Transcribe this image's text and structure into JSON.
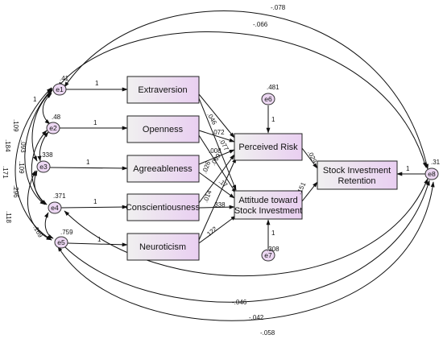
{
  "colors": {
    "box_fill_left": "#f0f0f0",
    "box_fill_right": "#e9cff1",
    "error_fill": "#ecd7f2",
    "line": "#111111"
  },
  "nodes": {
    "extraversion": {
      "label": "Extraversion"
    },
    "openness": {
      "label": "Openness"
    },
    "agreeableness": {
      "label": "Agreeableness"
    },
    "conscientiousness": {
      "label": "Conscientiousness"
    },
    "neuroticism": {
      "label": "Neuroticism"
    },
    "perceived_risk": {
      "label": "Perceived Risk"
    },
    "attitude": {
      "line1": "Attitude toward",
      "line2": "Stock Investment"
    },
    "retention": {
      "line1": "Stock Investment",
      "line2": "Retention"
    }
  },
  "errors": {
    "e1": {
      "label": "e1",
      "variance": ".41"
    },
    "e2": {
      "label": "e2",
      "variance": ".48"
    },
    "e3": {
      "label": "e3",
      "variance": ".338"
    },
    "e4": {
      "label": "e4",
      "variance": ".371"
    },
    "e5": {
      "label": "e5",
      "variance": ".759"
    },
    "e6": {
      "label": "e6",
      "variance": ".481"
    },
    "e7": {
      "label": "e7",
      "variance": ".308"
    },
    "e8": {
      "label": "e8",
      "variance": ".31"
    }
  },
  "fixed_paths": [
    "1",
    "1",
    "1",
    "1",
    "1",
    "1",
    "1",
    "1"
  ],
  "coefficients": {
    "extra_risk": ".046",
    "open_risk": ".072",
    "agree_risk": ".008",
    "consc_risk": ".026",
    "neuro_risk": ".014",
    "extra_att": ".077",
    "open_att": ".069",
    "agree_att": ".17",
    "consc_att": ".338",
    "neuro_att": ".122",
    "risk_ret": ".029",
    "att_ret": ".151"
  },
  "covariances": {
    "e1_e8": "-.078",
    "e2_e8": "-.066",
    "e4_e8": "-.046",
    "e5_e8_inner": "-.042",
    "e5_e8_outer": "-.058",
    "e1_e2": "1",
    "e1_e3": ".109",
    "e1_e4": ".184",
    "e1_e5": ".171",
    "e2_e3": ".093",
    "e2_e4": ".109",
    "e3_e4": ".296",
    "e3_e5": ".118",
    "e4_e5": ".169"
  }
}
